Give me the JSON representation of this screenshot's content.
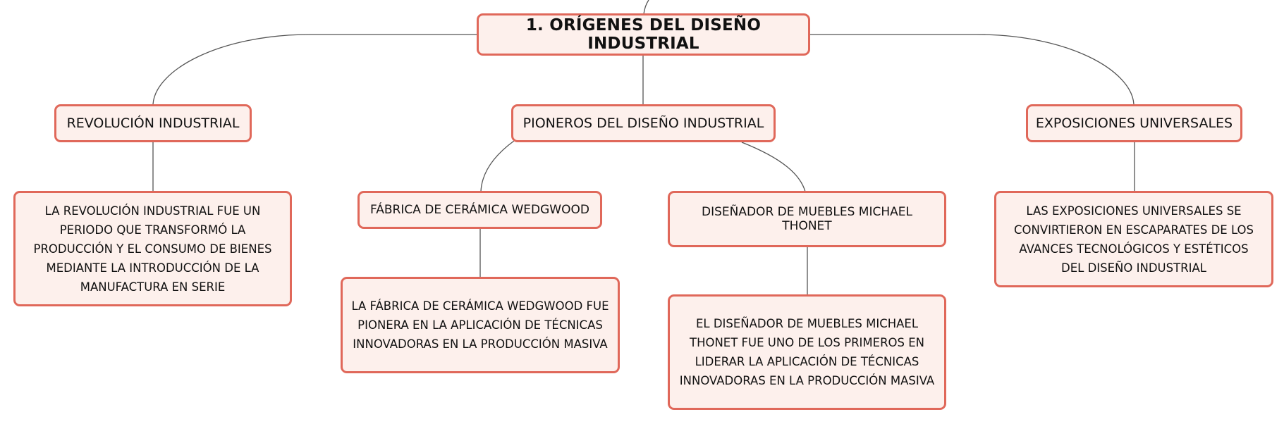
{
  "diagram": {
    "root": {
      "label": "1. ORÍGENES DEL DISEÑO INDUSTRIAL"
    },
    "revolucion": {
      "label": "REVOLUCIÓN INDUSTRIAL",
      "description": "LA REVOLUCIÓN INDUSTRIAL FUE UN PERIODO QUE TRANSFORMÓ LA PRODUCCIÓN Y EL CONSUMO DE BIENES MEDIANTE LA INTRODUCCIÓN DE LA MANUFACTURA EN SERIE"
    },
    "pioneros": {
      "label": "PIONEROS DEL DISEÑO INDUSTRIAL",
      "wedgwood": {
        "label": "FÁBRICA DE CERÁMICA WEDGWOOD",
        "description": "LA FÁBRICA DE CERÁMICA WEDGWOOD FUE PIONERA EN LA APLICACIÓN DE TÉCNICAS INNOVADORAS EN LA PRODUCCIÓN MASIVA"
      },
      "thonet": {
        "label": "DISEÑADOR DE MUEBLES MICHAEL THONET",
        "description": "EL DISEÑADOR DE MUEBLES MICHAEL THONET FUE UNO DE LOS PRIMEROS EN LIDERAR LA APLICACIÓN DE TÉCNICAS INNOVADORAS EN LA PRODUCCIÓN MASIVA"
      }
    },
    "exposiciones": {
      "label": "EXPOSICIONES UNIVERSALES",
      "description": "LAS EXPOSICIONES UNIVERSALES SE CONVIRTIERON EN ESCAPARATES DE LOS AVANCES TECNOLÓGICOS Y ESTÉTICOS DEL DISEÑO INDUSTRIAL"
    }
  }
}
